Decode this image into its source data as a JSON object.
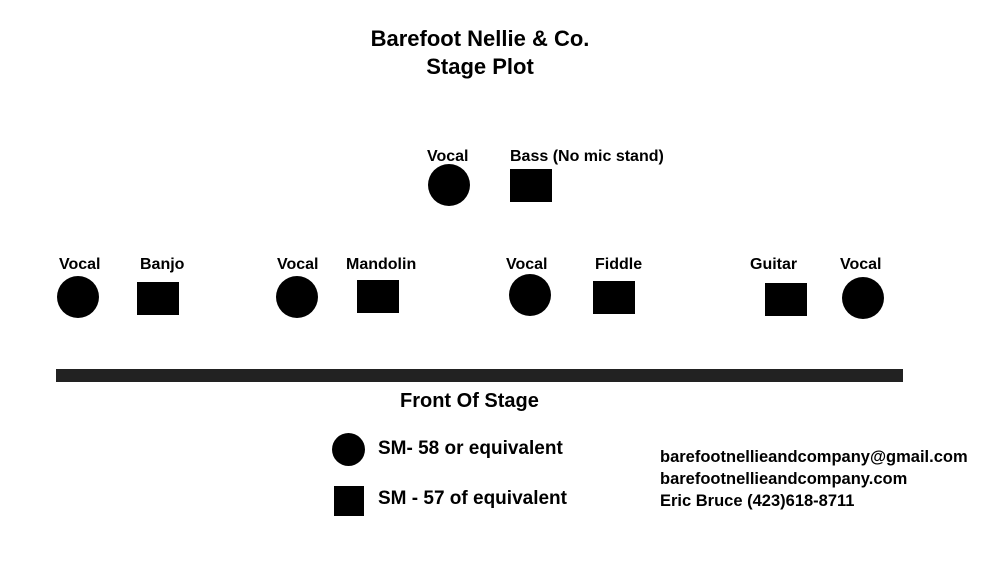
{
  "header": {
    "title": "Barefoot Nellie & Co.",
    "subtitle": "Stage Plot"
  },
  "stage": {
    "back_row": {
      "vocal_label": "Vocal",
      "bass_label": "Bass  (No mic stand)"
    },
    "front_row": {
      "vocal_1_label": "Vocal",
      "banjo_label": "Banjo",
      "vocal_2_label": "Vocal",
      "mandolin_label": "Mandolin",
      "vocal_3_label": "Vocal",
      "fiddle_label": "Fiddle",
      "guitar_label": "Guitar",
      "vocal_4_label": "Vocal"
    },
    "front_label": "Front Of Stage"
  },
  "legend": {
    "circle_label": "SM- 58 or equivalent",
    "square_label": "SM - 57 of equivalent"
  },
  "contact": {
    "email": "barefootnellieandcompany@gmail.com",
    "website": "barefootnellieandcompany.com",
    "person": "Eric Bruce (423)618-8711"
  }
}
